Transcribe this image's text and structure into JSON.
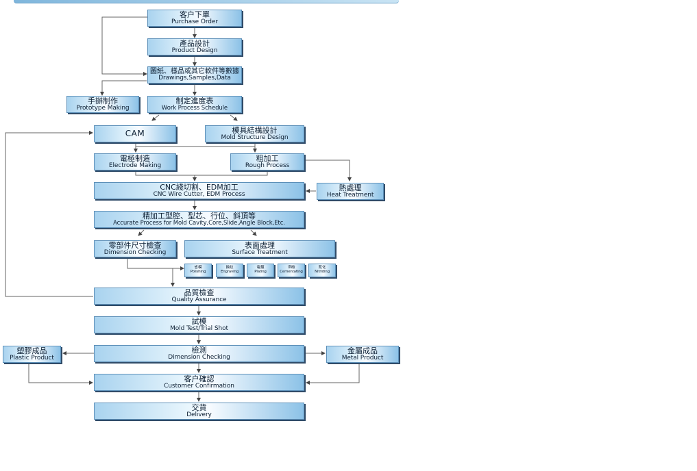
{
  "steps": {
    "purchase_order": {
      "zh": "客户下單",
      "en": "Purchase Order"
    },
    "product_design": {
      "zh": "產品設計",
      "en": "Product Design"
    },
    "drawings": {
      "zh": "圖紙、樣品或其它軟件等數據",
      "en": "Drawings,Samples,Data"
    },
    "prototype": {
      "zh": "手辦制作",
      "en": "Prototype Making"
    },
    "schedule": {
      "zh": "制定進度表",
      "en": "Work Process Schedule"
    },
    "cam": {
      "zh": "CAM"
    },
    "mold_design": {
      "zh": "模具結構設計",
      "en": "Mold Structure Design"
    },
    "electrode": {
      "zh": "電極制造",
      "en": "Electrode Making"
    },
    "rough": {
      "zh": "粗加工",
      "en": "Rough Process"
    },
    "cnc": {
      "zh": "CNC綫切割、EDM加工",
      "en": "CNC Wire Cutter, EDM Process"
    },
    "heat": {
      "zh": "熱處理",
      "en": "Heat Treatment"
    },
    "accurate": {
      "zh": "精加工型腔、型芯、行位、斜頂等",
      "en": "Accurate Process for Mold Cavity,Core,Slide,Angle Block,Etc."
    },
    "dimension_1": {
      "zh": "零部件尺寸檢查",
      "en": "Dimension Checking"
    },
    "surface": {
      "zh": "表面處理",
      "en": "Surface Treatment"
    },
    "polishing": {
      "zh": "省模",
      "en": "Polishing"
    },
    "engraving": {
      "zh": "蝕紋",
      "en": "Engraving"
    },
    "plating": {
      "zh": "電鍍",
      "en": "Plating"
    },
    "cementating": {
      "zh": "滲碳",
      "en": "Cementating"
    },
    "nitriding": {
      "zh": "氮化",
      "en": "Nitriding"
    },
    "quality": {
      "zh": "品質檢查",
      "en": "Quality Assurance"
    },
    "trial": {
      "zh": "試模",
      "en": "Mold Test/Trial Shot"
    },
    "dimension_2": {
      "zh": "檢測",
      "en": "Dimension Checking"
    },
    "plastic": {
      "zh": "塑膠成品",
      "en": "Plastic Product"
    },
    "metal": {
      "zh": "金屬成品",
      "en": "Metal Product"
    },
    "confirmation": {
      "zh": "客户確認",
      "en": "Customer Confirmation"
    },
    "delivery": {
      "zh": "交貨",
      "en": "Delivery"
    }
  },
  "colors": {
    "box_border": "#5c8fb8",
    "box_shadow": "#2f4b68",
    "line": "#555555",
    "accent": "#7fb6dc"
  }
}
